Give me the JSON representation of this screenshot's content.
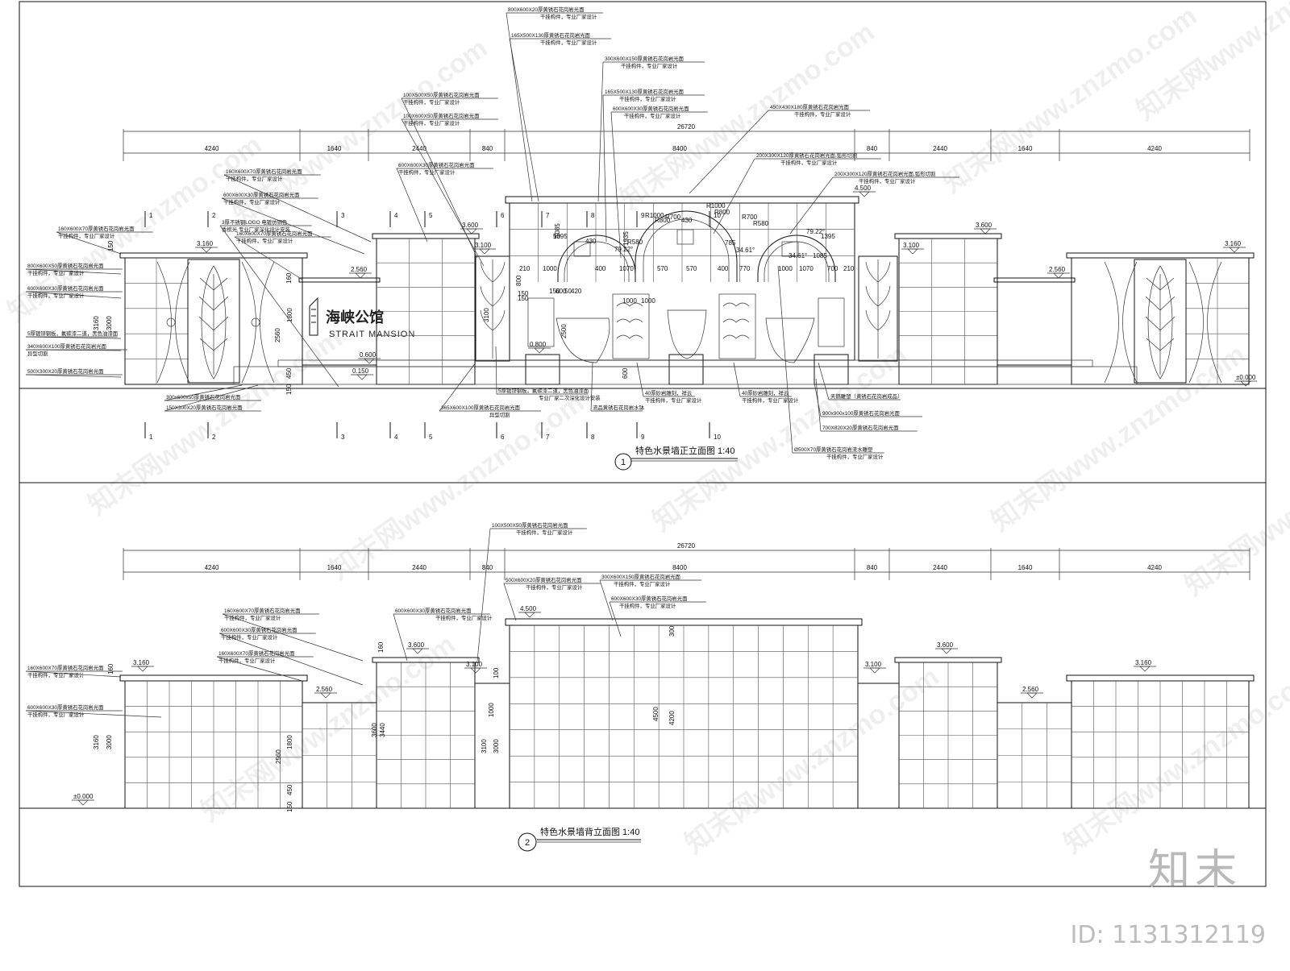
{
  "front_view": {
    "title": "特色水景墙正立面图 1:40",
    "number": "1",
    "total_dim": "26720",
    "segment_dims": [
      "4240",
      "1640",
      "2440",
      "840",
      "8400",
      "840",
      "2440",
      "1640",
      "4240"
    ],
    "section_marks": [
      "1",
      "2",
      "3",
      "4",
      "5",
      "6",
      "7",
      "8",
      "9",
      "10"
    ],
    "elevations": [
      "3.160",
      "2.560",
      "3.600",
      "3.100",
      "4.500",
      "3.100",
      "3.600",
      "2.560",
      "3.160",
      "±0.000",
      "0.600",
      "0.150",
      "0.800"
    ],
    "logo_cn": "海峡公馆",
    "logo_en": "STRAIT MANSION",
    "vertical_dims": [
      "150",
      "3160",
      "3000",
      "160",
      "1800",
      "2560",
      "450",
      "150",
      "1935",
      "2500",
      "3100",
      "600",
      "800",
      "1085"
    ],
    "arch_dims": [
      "1395",
      "430",
      "1000",
      "1070",
      "400",
      "570",
      "570",
      "400",
      "770",
      "1000",
      "1070",
      "700",
      "210",
      "210",
      "150",
      "150",
      "430",
      "1395",
      "R1000",
      "R800",
      "R700",
      "R580",
      "R1000",
      "R800",
      "R700",
      "R580",
      "785",
      "79.22°",
      "34.61°",
      "79.22°",
      "34.61°",
      "1085",
      "1000",
      "1000",
      "600",
      "420",
      "150",
      "50",
      "50"
    ],
    "labels": [
      {
        "text": "800X600X20厚黄锈石花岗岩光面",
        "sub": "干挂构件，专业厂家设计"
      },
      {
        "text": "165X500X130厚黄锈石花岗岩光面",
        "sub": "干挂构件，专业厂家设计"
      },
      {
        "text": "300X600X150厚黄锈石花岗岩光面",
        "sub": "干挂构件，专业厂家设计"
      },
      {
        "text": "165X500X130厚黄锈石花岗岩光面",
        "sub": "干挂构件，专业厂家设计"
      },
      {
        "text": "600X600X30厚黄锈石花岗岩光面",
        "sub": "干挂构件，专业厂家设计"
      },
      {
        "text": "450X430X180厚黄锈石花岗岩光面",
        "sub": "干挂构件，专业厂家设计"
      },
      {
        "text": "100X500X50厚黄锈石花岗岩光面",
        "sub": "干挂构件，专业厂家设计"
      },
      {
        "text": "100X600X50厚黄锈石花岗岩光面",
        "sub": "干挂构件，专业厂家设计"
      },
      {
        "text": "200X300X120厚黄锈石花岗岩光面,弧形切割",
        "sub": "干挂构件，专业厂家设计"
      },
      {
        "text": "200X300X120厚黄锈石花岗岩光面,弧形切割",
        "sub": "干挂构件，专业厂家设计"
      },
      {
        "text": "600X600X30厚黄锈石花岗岩光面",
        "sub": "干挂构件，专业厂家设计"
      },
      {
        "text": "160X600X70厚黄锈石花岗岩光面",
        "sub": "干挂构件，专业厂家设计"
      },
      {
        "text": "600X600X30厚黄锈石花岗岩光面",
        "sub": "干挂构件，专业厂家设计"
      },
      {
        "text": "3厚不锈钢LOGO    电镀仿铜色",
        "sub": "香槟光  专业厂家深化设计安装"
      },
      {
        "text": "160X600X70厚黄锈石花岗岩光面",
        "sub": "干挂构件，专业厂家设计"
      },
      {
        "text": "160X600X70厚黄锈石花岗岩光面",
        "sub": "干挂构件，专业厂家设计"
      },
      {
        "text": "800X600X50厚黄锈石花岗岩光面",
        "sub": "干挂构件，专业厂家设计"
      },
      {
        "text": "600X600X30厚黄锈石花岗岩光面",
        "sub": "干挂构件，专业厂家设计"
      },
      {
        "text": "5厚镀锌钢板，氟碳漆二道，黑色油漆面",
        "sub": ""
      },
      {
        "text": "340X600X100厚黄锈石花岗岩光面",
        "sub": "异型切割"
      },
      {
        "text": "500X300X20厚黄锈石花岗岩光面",
        "sub": ""
      },
      {
        "text": "300x600x50厚黄锈石花岗岩光面",
        "sub": ""
      },
      {
        "text": "150X300X20厚黄锈石花岗岩光面",
        "sub": ""
      },
      {
        "text": "365X600X100厚黄锈石花岗岩光面",
        "sub": "异型切割"
      },
      {
        "text": "5厚镀锌钢板，氟碳漆二道，黑色油漆面",
        "sub": "专业厂家二次深化设计安装"
      },
      {
        "text": "40厚砂岩雕刻，祥云",
        "sub": "干挂构件，专业厂家设计"
      },
      {
        "text": "40厚砂岩雕刻，祥云",
        "sub": "干挂构件，专业厂家设计"
      },
      {
        "text": "流品黄锈石花岗岩水钵",
        "sub": ""
      },
      {
        "text": "天鹅雕塑（黄锈石花岗岩成品）",
        "sub": ""
      },
      {
        "text": "900x900x100厚黄锈石花岗岩光面",
        "sub": ""
      },
      {
        "text": "700X820X20厚黄锈石花岗岩光面",
        "sub": ""
      },
      {
        "text": "Ø500X70厚黄锈石花岗岩流水雕塑",
        "sub": "干挂构件，专业厂家设计"
      }
    ]
  },
  "back_view": {
    "title": "特色水景墙背立面图 1:40",
    "number": "2",
    "total_dim": "26720",
    "segment_dims": [
      "4240",
      "1640",
      "2440",
      "840",
      "8400",
      "840",
      "2440",
      "1640",
      "4240"
    ],
    "elevations": [
      "3.160",
      "2.560",
      "3.600",
      "3.100",
      "4.500",
      "3.100",
      "3.600",
      "2.560",
      "3.160",
      "±0.000"
    ],
    "vertical_dims": [
      "160",
      "3160",
      "3000",
      "160",
      "1800",
      "2560",
      "450",
      "150",
      "3600",
      "3440",
      "3100",
      "3000",
      "100",
      "1000",
      "300",
      "4500",
      "4200"
    ],
    "labels": [
      {
        "text": "100X500X50厚黄锈石花岗岩光面",
        "sub": "干挂构件，专业厂家设计"
      },
      {
        "text": "500X600X20厚黄锈石花岗岩光面",
        "sub": "干挂构件，专业厂家设计"
      },
      {
        "text": "300X600X150厚黄锈石花岗岩光面",
        "sub": "干挂构件，专业厂家设计"
      },
      {
        "text": "600X600X30厚黄锈石花岗岩光面",
        "sub": "干挂构件，专业厂家设计"
      },
      {
        "text": "160X600X70厚黄锈石花岗岩光面",
        "sub": "干挂构件，专业厂家设计"
      },
      {
        "text": "600X600X30厚黄锈石花岗岩光面",
        "sub": "干挂构件，专业厂家设计"
      },
      {
        "text": "600X600X30厚黄锈石花岗岩光面",
        "sub": "干挂构件，专业厂家设计"
      },
      {
        "text": "160X600X70厚黄锈石花岗岩光面",
        "sub": "干挂构件，专业厂家设计"
      },
      {
        "text": "160X600X70厚黄锈石花岗岩光面",
        "sub": "干挂构件，专业厂家设计"
      },
      {
        "text": "600X600X30厚黄锈石花岗岩光面",
        "sub": "干挂构件，专业厂家设计"
      }
    ]
  },
  "watermark_text": "知末网www.znzmo.com",
  "brand_text": "知末",
  "doc_id": "ID: 1131312119"
}
